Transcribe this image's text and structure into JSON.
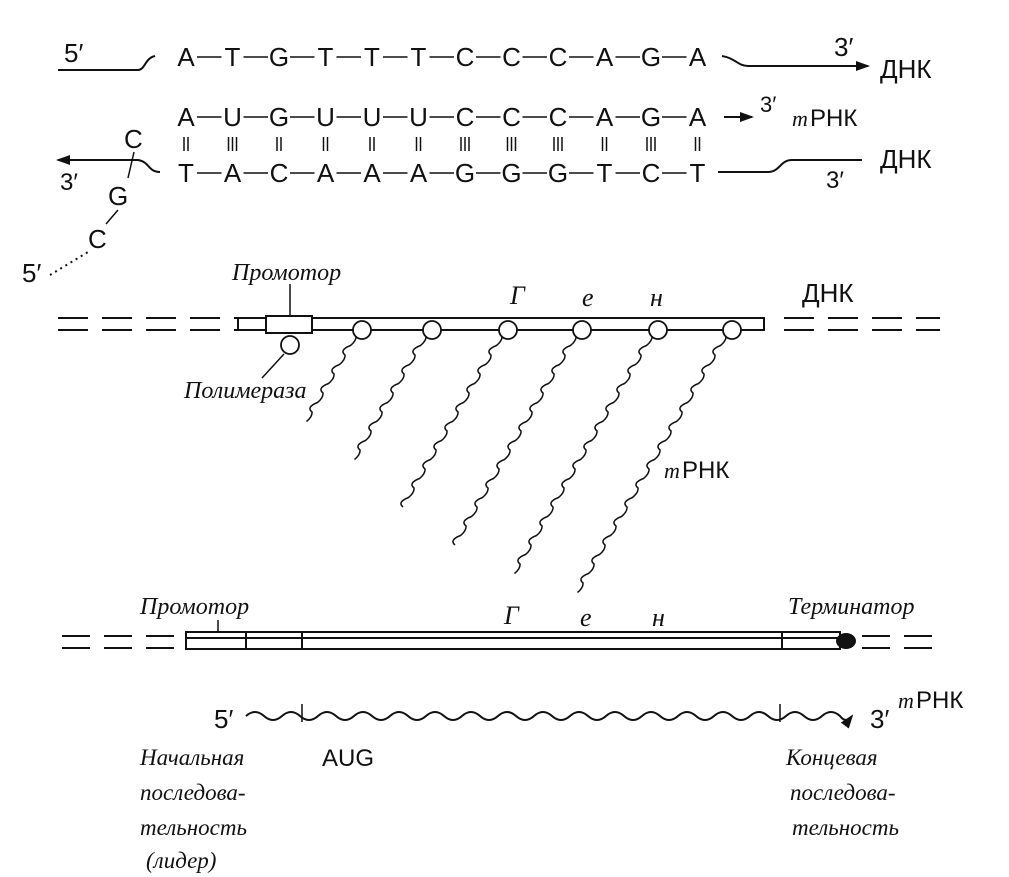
{
  "panel_top": {
    "prime_5": "5′",
    "prime_3": "3′",
    "dna_top_seq": [
      "A",
      "T",
      "G",
      "T",
      "T",
      "T",
      "C",
      "C",
      "C",
      "A",
      "G",
      "A"
    ],
    "dna_label_top": "ДНК",
    "mrna_seq": [
      "A",
      "U",
      "G",
      "U",
      "U",
      "U",
      "C",
      "C",
      "C",
      "A",
      "G",
      "A"
    ],
    "mrna_label_prefix": "m",
    "mrna_label": "РНК",
    "dna_bottom_seq": [
      "T",
      "A",
      "C",
      "A",
      "A",
      "A",
      "G",
      "G",
      "G",
      "T",
      "C",
      "T"
    ],
    "dna_label_bottom": "ДНК",
    "tail_letters": [
      "C",
      "G",
      "C"
    ],
    "bond_marks": [
      "II",
      "III",
      "II",
      "II",
      "II",
      "II",
      "III",
      "III",
      "III",
      "II",
      "III",
      "II"
    ]
  },
  "panel_middle": {
    "promoter_label": "Промотор",
    "gene_letters": [
      "Г",
      "е",
      "н"
    ],
    "dna_label": "ДНК",
    "polymerase_label": "Полимераза",
    "mrna_label_prefix": "m",
    "mrna_label": "РНК",
    "polymerase_count": 7
  },
  "panel_bottom": {
    "promoter_label": "Промотор",
    "gene_letters": [
      "Г",
      "е",
      "н"
    ],
    "terminator_label": "Терминатор",
    "prime_5": "5′",
    "prime_3": "3′",
    "mrna_label_prefix": "m",
    "mrna_label": "РНК",
    "leader_lines": [
      "Начальная",
      "последова-",
      "тельность",
      "(лидер)"
    ],
    "start_codon": "AUG",
    "trailer_lines": [
      "Концевая",
      "последова-",
      "тельность"
    ]
  }
}
